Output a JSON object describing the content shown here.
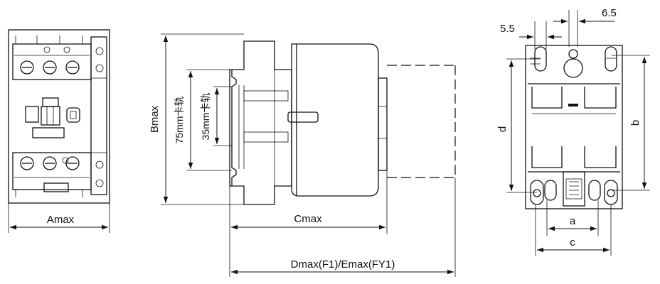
{
  "views": {
    "front": {
      "dim_width": "Amax"
    },
    "side": {
      "dim_height": "Bmax",
      "rail_75": "75mm卡轨",
      "rail_35": "35mm卡轨",
      "dim_depth_c": "Cmax",
      "dim_depth_de": "Dmax(F1)/Emax(FY1)"
    },
    "mounting": {
      "dim_55": "5.5",
      "dim_65": "6.5",
      "dim_a": "a",
      "dim_b": "b",
      "dim_c": "c",
      "dim_d": "d"
    }
  }
}
